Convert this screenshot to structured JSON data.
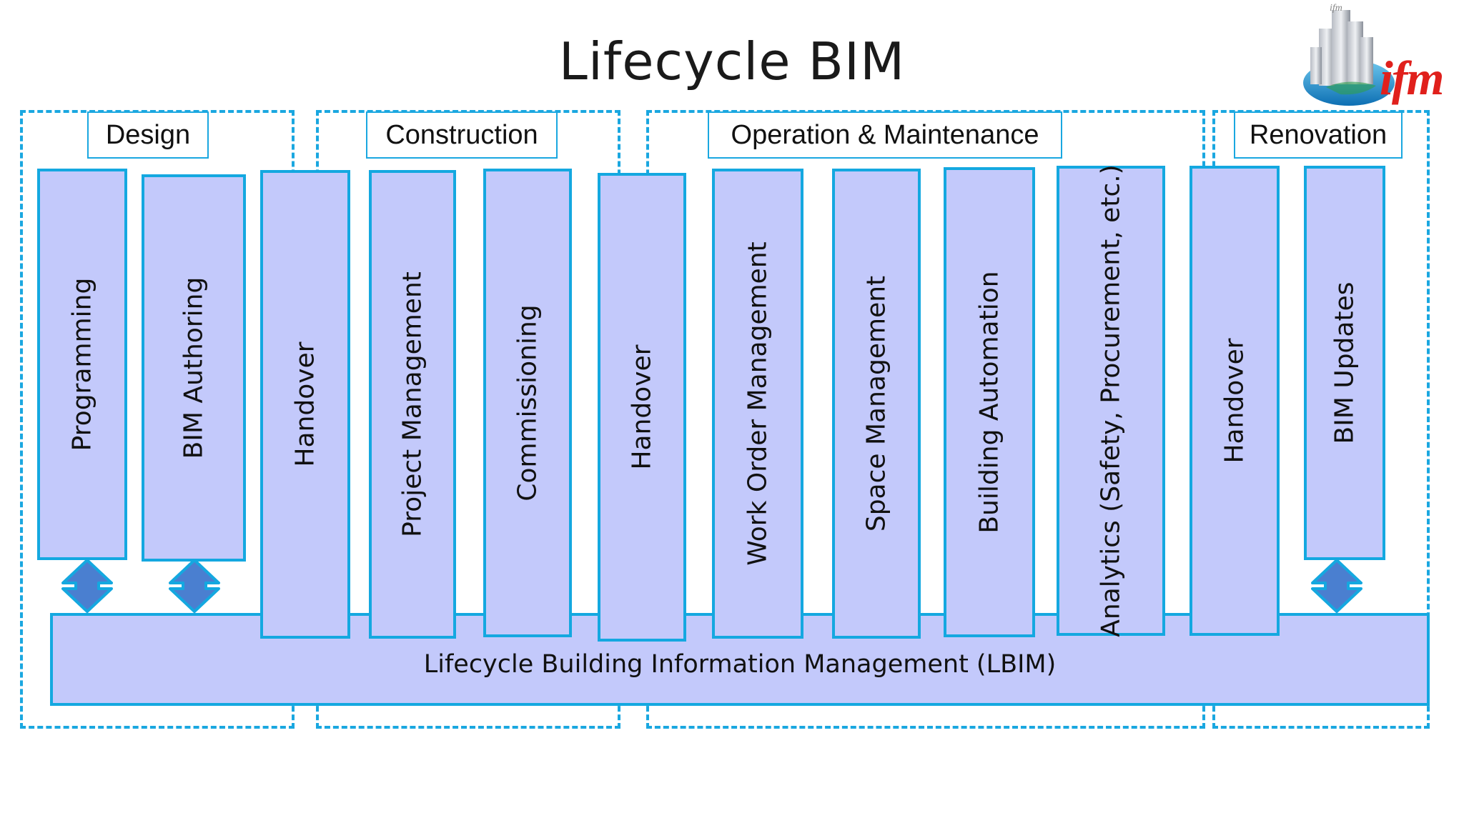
{
  "title": "Lifecycle BIM",
  "logo": {
    "text": "ifm",
    "small_text": "ifm"
  },
  "phases": {
    "design": "Design",
    "construction": "Construction",
    "operation": "Operation & Maintenance",
    "renovation": "Renovation"
  },
  "bars": {
    "programming": "Programming",
    "bim_authoring": "BIM Authoring",
    "handover_1": "Handover",
    "project_management": "Project Management",
    "commissioning": "Commissioning",
    "handover_2": "Handover",
    "work_order": "Work Order Management",
    "space_management": "Space Management",
    "building_automation": "Building Automation",
    "analytics": "Analytics (Safety, Procurement, etc.)",
    "handover_3": "Handover",
    "bim_updates": "BIM Updates"
  },
  "lbim": "Lifecycle Building Information Management (LBIM)",
  "colors": {
    "frame": "#1aa7e0",
    "bar_fill": "#c3c9fb",
    "bar_border": "#14a8e0",
    "arrow": "#4a7fd0",
    "logo_red": "#e0201c"
  }
}
